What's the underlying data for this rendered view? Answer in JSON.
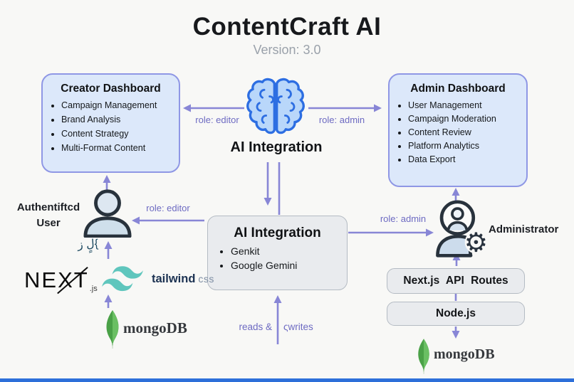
{
  "header": {
    "title": "ContentCraft AI",
    "subtitle": "Version: 3.0"
  },
  "creator_dashboard": {
    "title": "Creator Dashboard",
    "items": [
      "Campaign Management",
      "Brand Analysis",
      "Content Strategy",
      "Multi-Format Content"
    ]
  },
  "admin_dashboard": {
    "title": "Admin Dashboard",
    "items": [
      "User Management",
      "Campaign Moderation",
      "Content Review",
      "Platform Analytics",
      "Data Export"
    ]
  },
  "ai_hub": {
    "label": "AI Integration"
  },
  "ai_box": {
    "title": "AI Integration",
    "items": [
      "Genkit",
      "Google Gemini"
    ]
  },
  "edges": {
    "creator_role": "role: editor",
    "admin_role": "role: admin",
    "user_role": "role: editor",
    "administrator_role": "role: admin",
    "reads": "reads &",
    "writes": "ςwrites"
  },
  "actors": {
    "user_line1": "Authentiftcd",
    "user_line2": "User",
    "user_scribble": "}لٍ ز",
    "administrator": "Administrator"
  },
  "stack_left": {
    "nextjs": "NEXT",
    "nextjs_suffix": ".js",
    "tailwind": "tailwind",
    "tailwind_suffix": "css",
    "mongodb": "mongoDB"
  },
  "stack_right": {
    "api_routes": "Next.js API Routes",
    "nodejs": "Node.js",
    "mongodb": "mongoDB"
  },
  "colors": {
    "accent_purple": "#8886d6",
    "label_purple": "#6d6ac2",
    "box_blue_fill": "#dce8fa",
    "box_blue_border": "#8f97e5",
    "box_gray_fill": "#e9ebee",
    "brain_blue_stroke": "#2d6ee2",
    "brain_blue_fill": "#b9d7fa",
    "tailwind_teal": "#5fc6bd",
    "mongo_green": "#4aa147",
    "bottom_bar_blue": "#2d6fd9"
  }
}
